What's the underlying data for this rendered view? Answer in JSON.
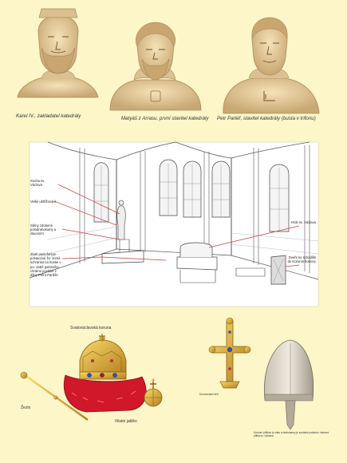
{
  "busts": [
    {
      "caption": "Karel IV., zakladatel katedrály"
    },
    {
      "caption": "Matyáš z Arrasu, první stavitel katedrály"
    },
    {
      "caption": "Petr Parléř, stavitel katedrály (busta v triforiu)"
    }
  ],
  "chapel": {
    "labels_left": [
      "Socha sv. Václava",
      "Velké uktřížování",
      "Stěny zdobené polodrahokamy a zlacením",
      "Zlatě pastoforium - postacené že- lezná schránka na hostie v po- době gotického chrámu pocházi z dílny Petra Parléře"
    ],
    "labels_right": [
      "Hrob sv. Václava",
      "Dveře ke schodišti do Korunní komory"
    ]
  },
  "regalia": {
    "crown_title": "Svatováclavská koruna",
    "sceptre": "Žezlo",
    "orb": "říšské jablko",
    "cross_caption": "Korunovační kříž",
    "helmet_caption": "Korunní přilbice je zlato a drahokamy je součástí pokladu i železná přilba sv. Václava"
  },
  "colors": {
    "page_bg": "#fcf6c8",
    "leader": "#d43a3a",
    "gold": "#d8a733",
    "velvet": "#d0182a"
  }
}
